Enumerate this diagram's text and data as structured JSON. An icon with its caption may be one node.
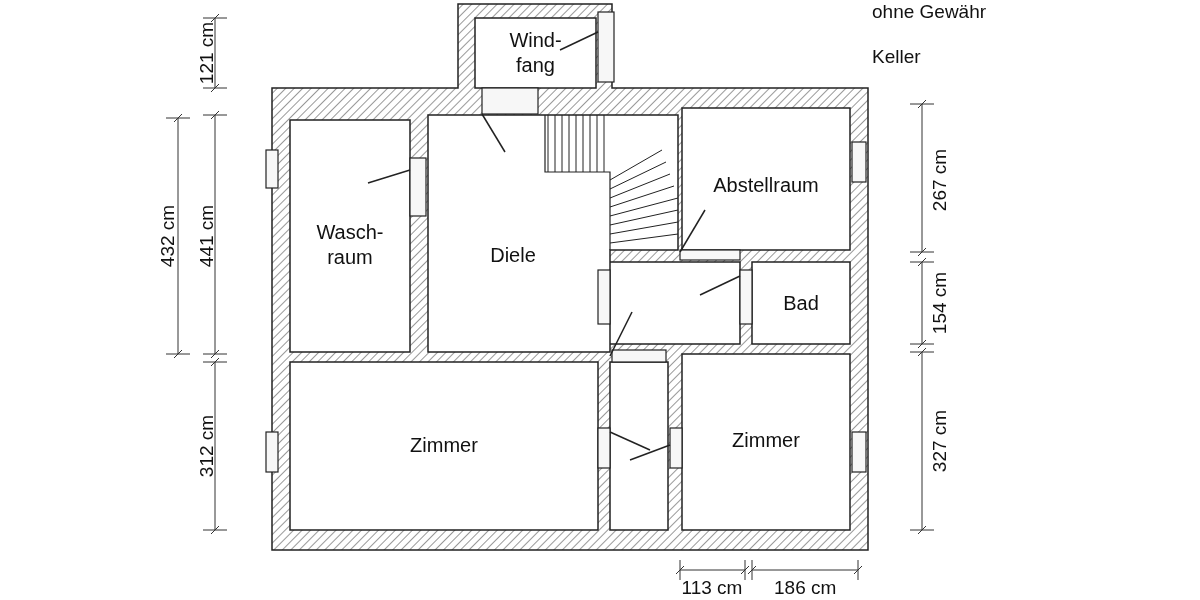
{
  "diagram": {
    "nodes": [
      {
        "text": [
          "Wind- fang"
        ]
      },
      {
        "text": [
          "Wasch- raum"
        ]
      },
      {
        "text": [
          "Diele"
        ]
      },
      {
        "text": [
          "Abstellraum"
        ]
      },
      {
        "text": [
          "Bad"
        ]
      },
      {
        "text": [
          "Zimmer"
        ]
      },
      {
        "text": [
          "Zimmer"
        ]
      }
    ],
    "edges": [],
    "labels": [
      "ohne Gewähr",
      "Keller",
      "121 cm",
      "432 cm",
      "441 cm",
      "267 cm",
      "154 cm",
      "312 cm",
      "327 cm",
      "113 cm",
      "186 cm"
    ]
  }
}
